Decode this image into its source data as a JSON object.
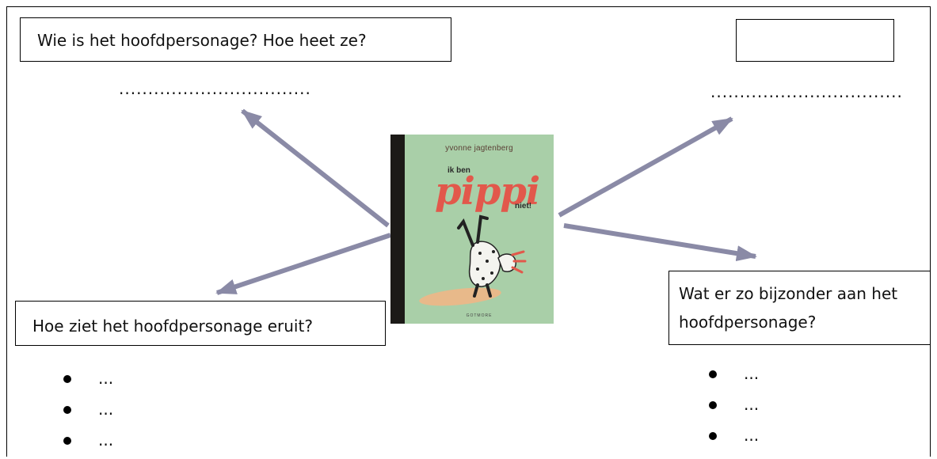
{
  "questions": {
    "top_left": "Wie is het hoofdpersonage? Hoe heet ze?",
    "top_right": "",
    "bottom_left": "Hoe ziet het hoofdpersonage eruit?",
    "bottom_right": "Wat er zo bijzonder aan het hoofdpersonage?"
  },
  "answers": {
    "top_left_dots": ".................................",
    "top_right_dots": "................................."
  },
  "bullets": {
    "left": [
      "...",
      "...",
      "..."
    ],
    "right": [
      "...",
      "...",
      "..."
    ]
  },
  "book": {
    "author": "yvonne jagtenberg",
    "title_pre": "ik ben",
    "title_main": "pippi",
    "title_post": "niet!",
    "publisher": "GOTMORE"
  },
  "colors": {
    "arrow": "#8a8aa6",
    "book_cover": "#a9cfa8",
    "book_title": "#e2584b",
    "book_spine": "#1c1a17"
  }
}
